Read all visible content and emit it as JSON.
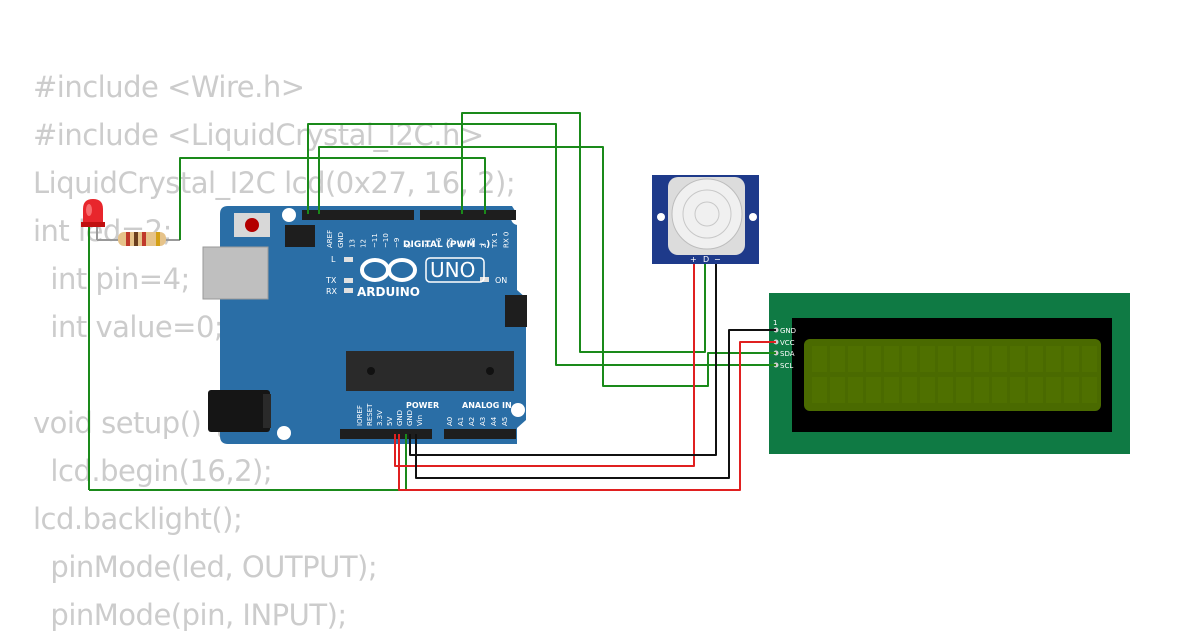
{
  "code_lines": [
    "#include <Wire.h>",
    "#include <LiquidCrystal_I2C.h>",
    "LiquidCrystal_I2C lcd(0x27, 16, 2);",
    "int led=2;",
    "  int pin=4;",
    "  int value=0;",
    "",
    "void setup() {",
    "  lcd.begin(16,2);",
    "lcd.backlight();",
    "  pinMode(led, OUTPUT);",
    "  pinMode(pin, INPUT);"
  ],
  "arduino": {
    "logo_text": "ARDUINO",
    "model": "UNO",
    "digital_label": "DIGITAL (PWM ~)",
    "power_label": "POWER",
    "analog_label": "ANALOG IN",
    "on_label": "ON",
    "l_label": "L",
    "tx_label": "TX",
    "rx_label": "RX",
    "digital_pins": [
      "AREF",
      "GND",
      "13",
      "12",
      "~11",
      "~10",
      "~9",
      "8",
      "7",
      "~6",
      "~5",
      "4",
      "~3",
      "2",
      "TX 1",
      "RX 0"
    ],
    "power_pins": [
      "IOREF",
      "RESET",
      "3.3V",
      "5V",
      "GND",
      "GND",
      "Vin"
    ],
    "analog_pins": [
      "A0",
      "A1",
      "A2",
      "A3",
      "A4",
      "A5"
    ]
  },
  "pir": {
    "pins": [
      "+",
      "D",
      "−"
    ]
  },
  "lcd": {
    "pin_number": "1",
    "pins": [
      "GND",
      "VCC",
      "SDA",
      "SCL"
    ],
    "colors": {
      "board": "#0f7a44",
      "screen": "#4a6a00"
    }
  },
  "wire_colors": {
    "green": "#1a8a1a",
    "red": "#e02020",
    "black": "#111111"
  }
}
